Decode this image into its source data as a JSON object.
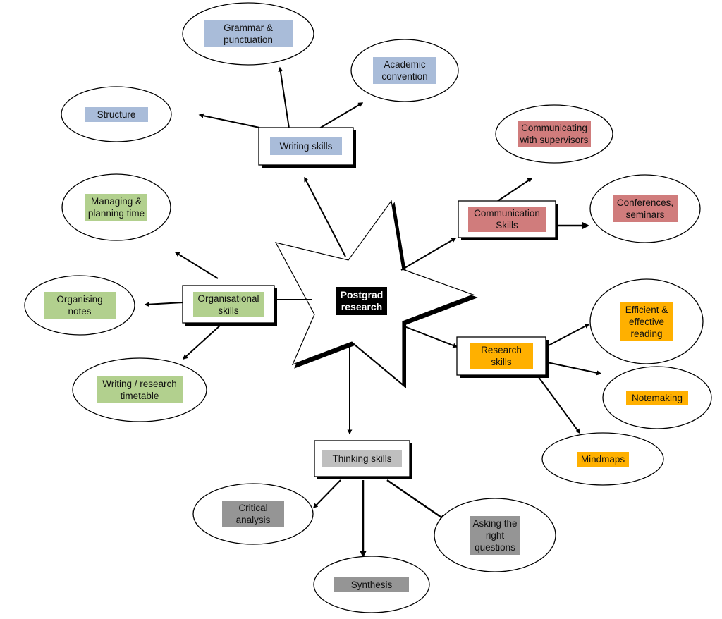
{
  "center": {
    "label": "Postgrad\nresearch"
  },
  "colors": {
    "writing": "#a9bcd9",
    "communication": "#d07c7c",
    "organisational": "#b2d08e",
    "research": "#ffb000",
    "thinking_box": "#bfbfbf",
    "thinking_leaf": "#959595"
  },
  "hubs": {
    "writing": "Writing skills",
    "communication": "Communication\nSkills",
    "organisational": "Organisational\nskills",
    "research": "Research\nskills",
    "thinking": "Thinking skills"
  },
  "leaves": {
    "grammar": "Grammar &\npunctuation",
    "academic": "Academic\nconvention",
    "structure": "Structure",
    "supervisors": "Communicating\nwith supervisors",
    "conferences": "Conferences,\nseminars",
    "managing": "Managing &\nplanning time",
    "notes": "Organising\nnotes",
    "timetable": "Writing / research\ntimetable",
    "efficient": "Efficient &\neffective\nreading",
    "notemaking": "Notemaking",
    "mindmaps": "Mindmaps",
    "critical": "Critical\nanalysis",
    "synthesis": "Synthesis",
    "asking": "Asking the\nright\nquestions"
  }
}
